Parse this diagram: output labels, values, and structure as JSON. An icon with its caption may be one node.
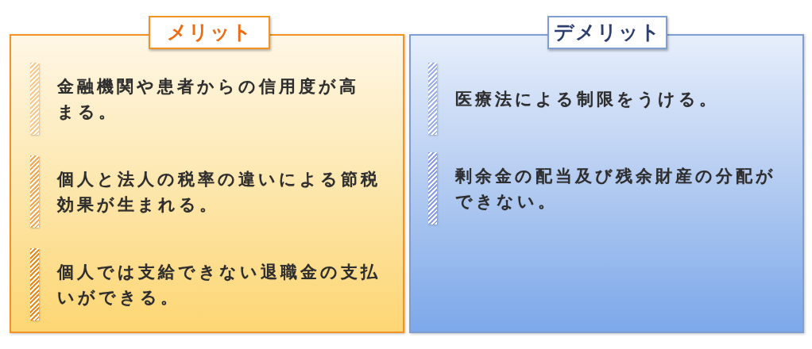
{
  "diagram": {
    "nodes": [
      {
        "text": [
          "メリット",
          "金融機関や患者からの信用度が高まる。",
          "個人と法人の税率の違いによる節税効果が生まれる。",
          "個人では支給できない退職金の支払いができる。"
        ]
      },
      {
        "text": [
          "デメリット",
          "医療法による制限をうける。",
          "剰余金の配当及び残余財産の分配ができない。"
        ]
      }
    ]
  }
}
